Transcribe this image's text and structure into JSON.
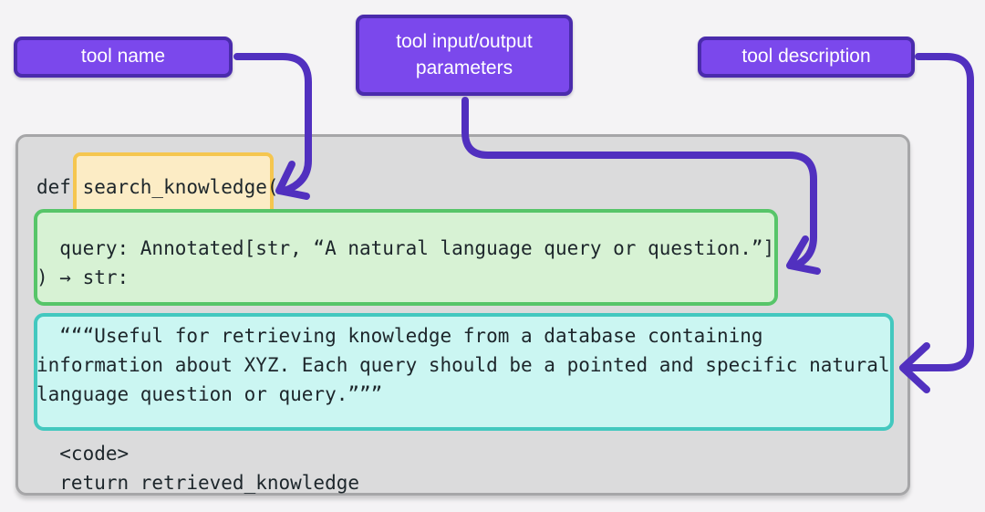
{
  "labels": {
    "tool_name": "tool name",
    "tool_params": "tool input/output parameters",
    "tool_description": "tool description"
  },
  "code": {
    "lines": [
      "def search_knowledge(",
      "  query: Annotated[str, “A natural language query or question.”]",
      ") → str:",
      "  “““Useful for retrieving knowledge from a database containing",
      "information about XYZ. Each query should be a pointed and specific natural",
      "language question or query.”””",
      "  <code>",
      "  return retrieved_knowledge"
    ]
  },
  "colors": {
    "background": "#f4f3f5",
    "label_fill": "#7b48ec",
    "label_border": "#4a2bac",
    "arrow": "#5130bf",
    "panel_fill": "#dbdbdc",
    "panel_border": "#a6a6a8",
    "tool_name_highlight_fill": "#fcecc5",
    "tool_name_highlight_border": "#f5c64f",
    "params_highlight_fill": "#d7f2d4",
    "params_highlight_border": "#57c569",
    "description_highlight_fill": "#cbf6f2",
    "description_highlight_border": "#43c8bf",
    "code_text": "#1d262b"
  }
}
